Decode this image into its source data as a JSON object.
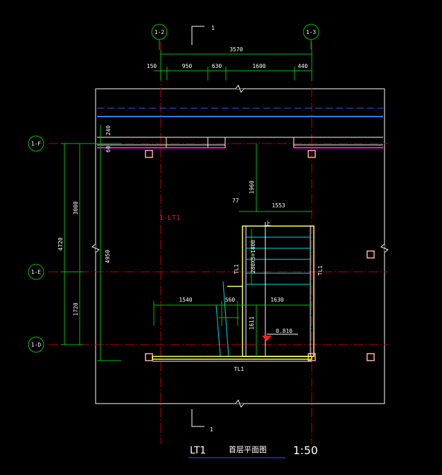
{
  "axes": {
    "top_left": "1-2",
    "top_right": "1-3",
    "left_f": "1-F",
    "left_e": "1-E",
    "left_d": "1-D"
  },
  "section_mark": "1",
  "section_mark_bottom": "1",
  "dims_top": {
    "overall": "3570",
    "d1": "150",
    "d2": "950",
    "d3": "630",
    "d4": "1600",
    "d5": "440"
  },
  "dims_left": {
    "overall": "4720",
    "upper": "3000",
    "lower": "1720",
    "inner": "4950",
    "small_a": "240",
    "small_b": "60"
  },
  "dims_inner": {
    "top_gap": "1960",
    "w77": "77",
    "w1553": "1553",
    "steps": "280X5=1400",
    "d1540": "1540",
    "d560": "560",
    "d1630": "1630",
    "d1611": "1611",
    "level": "0.810",
    "up": "上"
  },
  "beam_labels": {
    "left": "TL1",
    "right": "TL1",
    "bottom": "TL1"
  },
  "stair_tag": "1-LT1",
  "title": {
    "code": "LT1",
    "name": "首层平面图",
    "scale": "1:50"
  },
  "colors": {
    "green": "#00c000",
    "red": "#d00000",
    "magenta": "#ff00ff",
    "cyan": "#00e0e0",
    "yellow": "#ffff60",
    "blue": "#2060ff",
    "pink": "#ffb0a0"
  }
}
